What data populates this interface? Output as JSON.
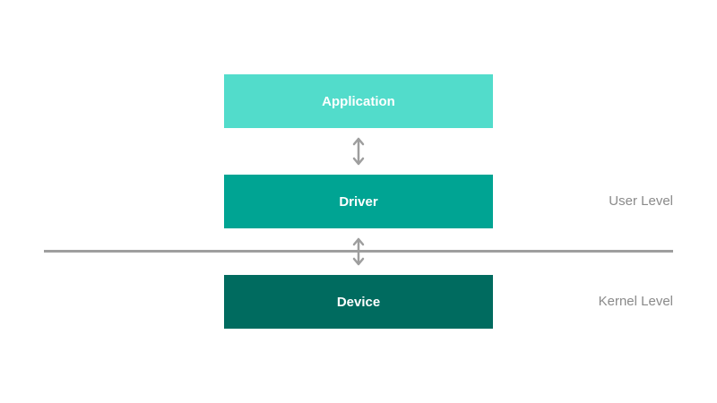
{
  "diagram": {
    "layers": [
      {
        "label": "Application",
        "color": "#52dccb"
      },
      {
        "label": "Driver",
        "color": "#00a493"
      },
      {
        "label": "Device",
        "color": "#006b5f"
      }
    ],
    "levels": {
      "user": "User Level",
      "kernel": "Kernel Level"
    },
    "arrow_icon": "bidirectional-vertical-arrow",
    "line_color": "#9e9e9e",
    "label_color": "#8a8a8a"
  }
}
